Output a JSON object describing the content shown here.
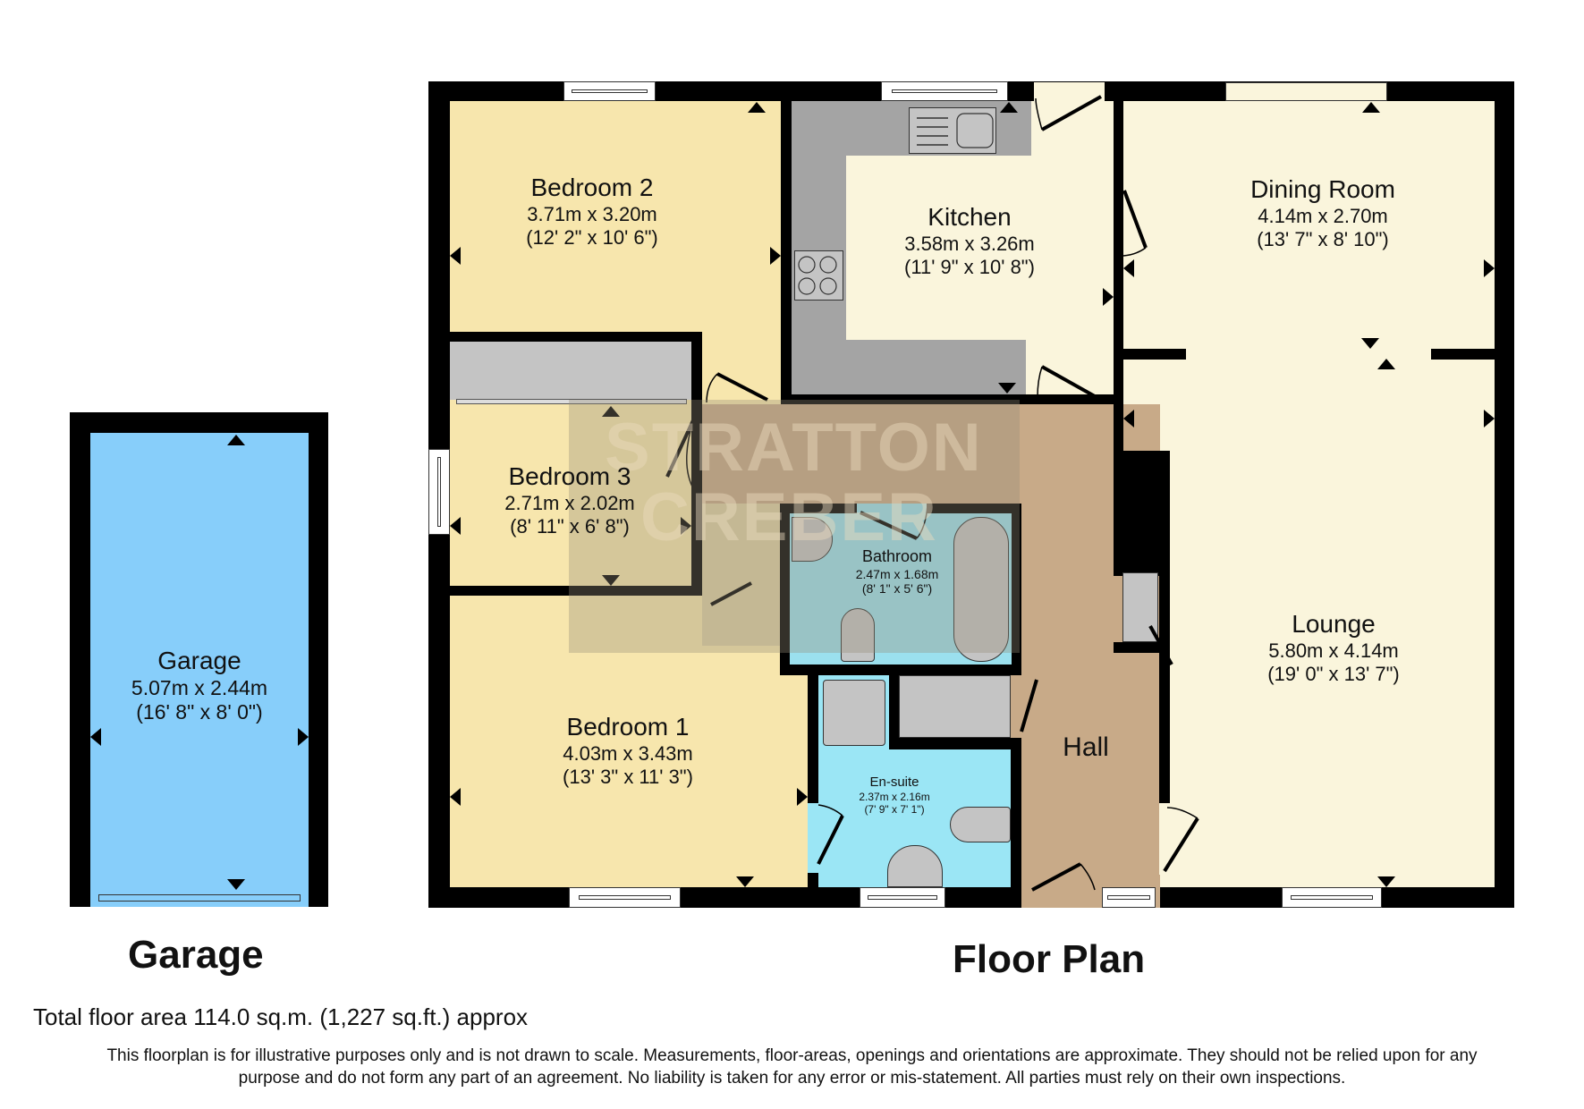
{
  "plan": {
    "title": "Floor Plan",
    "garage_title": "Garage",
    "total_area": "Total floor area 114.0 sq.m. (1,227 sq.ft.) approx",
    "disclaimer_line1": "This floorplan is for illustrative purposes only and is not drawn to scale. Measurements, floor-areas, openings and orientations are approximate. They should not be relied upon for any",
    "disclaimer_line2": "purpose and do not form any part of an agreement. No liability is taken for any error or mis-statement. All parties must rely on their own inspections.",
    "watermark_line1": "STRATTON",
    "watermark_line2": "CREBER"
  },
  "colors": {
    "wall": "#000000",
    "bedroom": "#F7E6AD",
    "kitchen": "#FAF5DC",
    "dining_lounge": "#FAF5DC",
    "hall": "#C8AA88",
    "bathroom": "#9BE0EE",
    "ensuite": "#9BE6F5",
    "garage": "#87CEFA",
    "counter": "#A4A4A4",
    "storage": "#C4C4C4"
  },
  "rooms": {
    "garage": {
      "name": "Garage",
      "metric": "5.07m x 2.44m",
      "imperial": "(16' 8\" x 8' 0\")"
    },
    "bedroom2": {
      "name": "Bedroom 2",
      "metric": "3.71m x 3.20m",
      "imperial": "(12' 2\" x 10' 6\")"
    },
    "kitchen": {
      "name": "Kitchen",
      "metric": "3.58m x 3.26m",
      "imperial": "(11' 9\" x 10' 8\")"
    },
    "dining": {
      "name": "Dining Room",
      "metric": "4.14m x 2.70m",
      "imperial": "(13' 7\" x 8' 10\")"
    },
    "bedroom3": {
      "name": "Bedroom 3",
      "metric": "2.71m x 2.02m",
      "imperial": "(8' 11\" x 6' 8\")"
    },
    "bathroom": {
      "name": "Bathroom",
      "metric": "2.47m x 1.68m",
      "imperial": "(8' 1\" x 5' 6\")"
    },
    "lounge": {
      "name": "Lounge",
      "metric": "5.80m x 4.14m",
      "imperial": "(19' 0\" x 13' 7\")"
    },
    "bedroom1": {
      "name": "Bedroom 1",
      "metric": "4.03m x 3.43m",
      "imperial": "(13' 3\" x 11' 3\")"
    },
    "ensuite": {
      "name": "En-suite",
      "metric": "2.37m x 2.16m",
      "imperial": "(7' 9\" x 7' 1\")"
    },
    "hall": {
      "name": "Hall"
    }
  }
}
